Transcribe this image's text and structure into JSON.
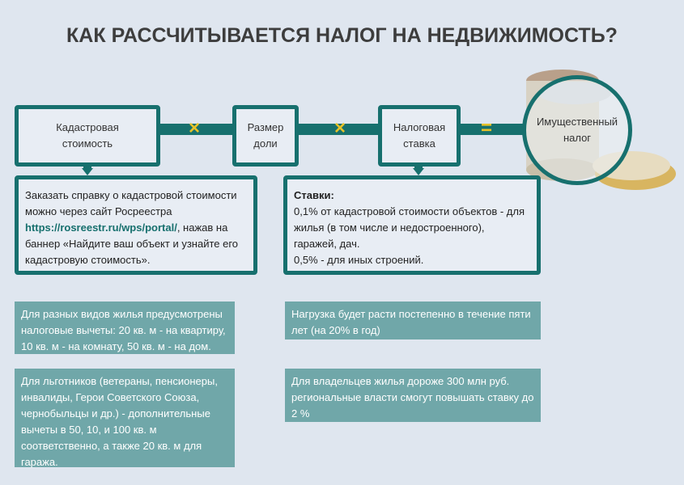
{
  "title": "КАК РАССЧИТЫВАЕТСЯ НАЛОГ НА НЕДВИЖИМОСТЬ?",
  "formula": {
    "factor1": [
      "Кадастровая",
      "стоимость"
    ],
    "factor2": [
      "Размер",
      "доли"
    ],
    "factor3": [
      "Налоговая",
      "ставка"
    ],
    "result": [
      "Имущественный",
      "налог"
    ],
    "multiply": "×",
    "equals": "="
  },
  "cadastral_note": {
    "before": "Заказать справку о кадастровой стоимости можно через сайт Росреестра ",
    "link": "https://rosreestr.ru/wps/portal/",
    "after": ", нажав на баннер «Найдите ваш объект и узнайте его кадастровую стоимость»."
  },
  "rates_note": {
    "heading": "Ставки:",
    "line1": "0,1% от кадастровой стоимости объектов - для жилья (в том числе и недостроенного), гаражей, дач.",
    "line2": "0,5% - для иных строений."
  },
  "info": [
    "Для разных видов жилья предусмотрены налоговые вычеты: 20 кв. м - на квартиру, 10 кв. м - на комнату, 50 кв. м - на дом.",
    "Для льготников (ветераны, пенсионеры, инвалиды, Герои Советского Союза, чернобыльцы и др.) - дополнительные вычеты в 50, 10, и 100 кв. м соответственно, а также 20 кв. м для гаража.",
    "Нагрузка будет расти постепенно в течение пяти лет (на 20% в год)",
    "Для владельцев жилья дороже 300 млн руб. региональные власти смогут повышать ставку до 2 %"
  ]
}
